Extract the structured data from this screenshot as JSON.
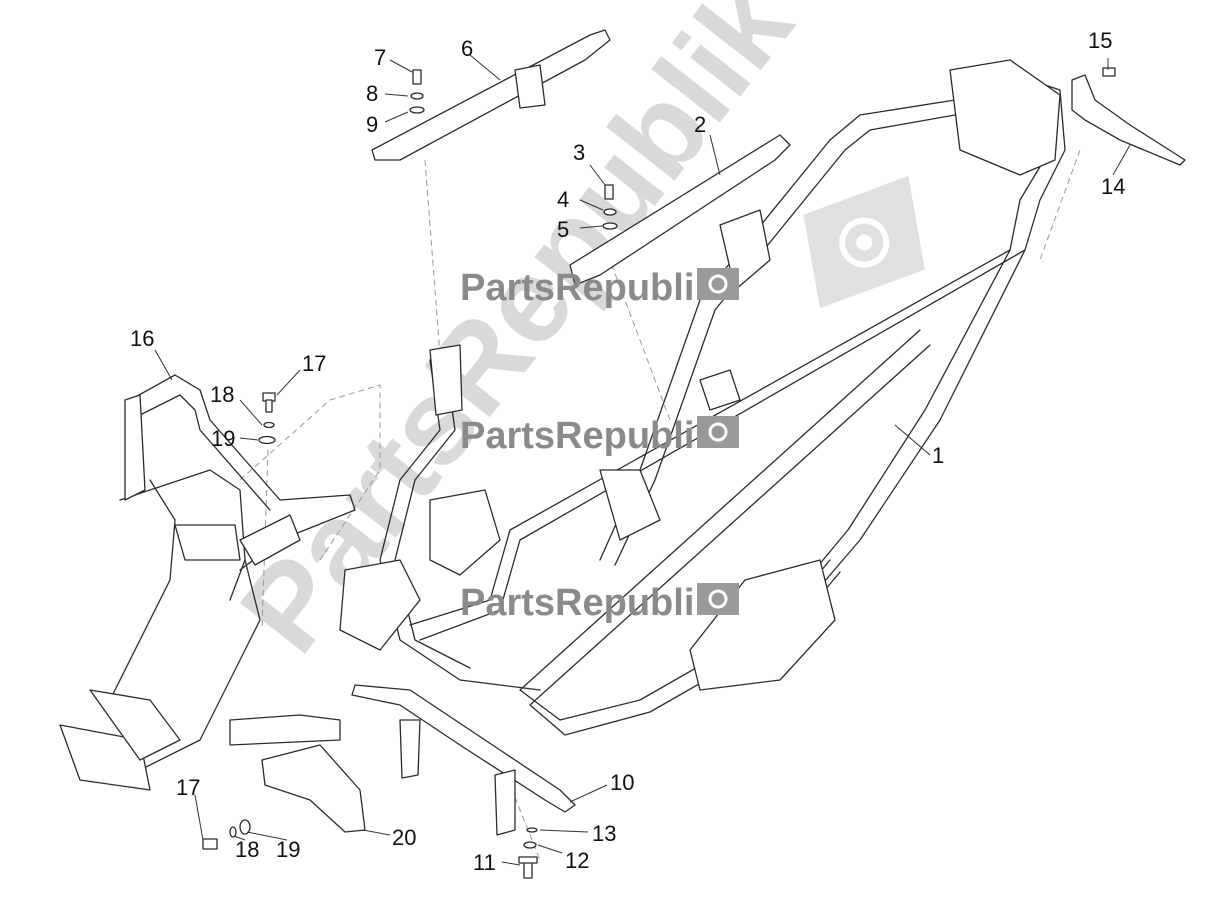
{
  "watermark": {
    "text": "PartsRepublik",
    "color": "#8a8a8a",
    "big_color": "#d9d9d9",
    "icon": "gear-flag-icon"
  },
  "callouts": [
    "1",
    "2",
    "3",
    "4",
    "5",
    "6",
    "7",
    "8",
    "9",
    "10",
    "11",
    "12",
    "13",
    "14",
    "15",
    "16",
    "17",
    "17",
    "18",
    "18",
    "19",
    "19",
    "20"
  ],
  "colors": {
    "line": "#2b2b2b",
    "background": "#ffffff"
  }
}
